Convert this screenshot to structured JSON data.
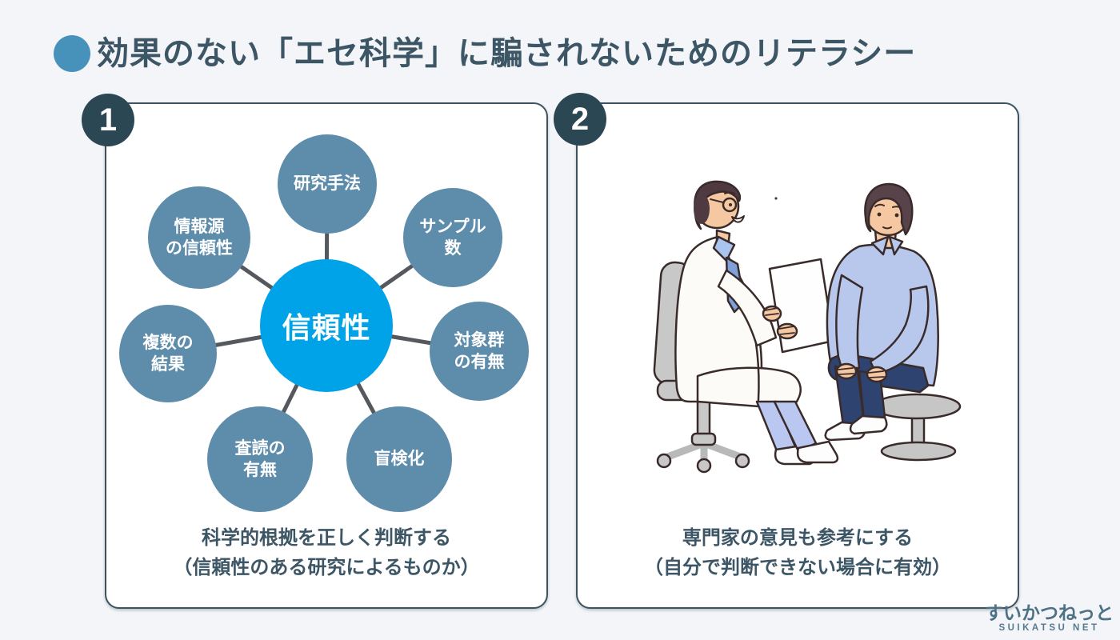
{
  "title": "効果のない「エセ科学」に騙されないためのリテラシー",
  "panels": [
    {
      "number": "1",
      "hub": {
        "center": "信頼性",
        "nodes": [
          "研究手法",
          "情報源\nの信頼性",
          "サンプル\n数",
          "複数の\n結果",
          "対象群\nの有無",
          "査読の\n有無",
          "盲検化"
        ]
      },
      "caption": "科学的根拠を正しく判断する\n（信頼性のある研究によるものか）"
    },
    {
      "number": "2",
      "caption": "専門家の意見も参考にする\n（自分で判断できない場合に有効）"
    }
  ],
  "logo": {
    "japanese": "すいかつねっと",
    "english": "SUIKATSU NET"
  },
  "colors": {
    "background": "#f3f5f8",
    "title_text": "#3d5666",
    "accent_bullet": "#4692ba",
    "panel_border": "#3d5361",
    "badge_background": "#2c4754",
    "hub_center": "#00a2e8",
    "hub_node": "#5e8dab",
    "spoke": "#55585c"
  }
}
